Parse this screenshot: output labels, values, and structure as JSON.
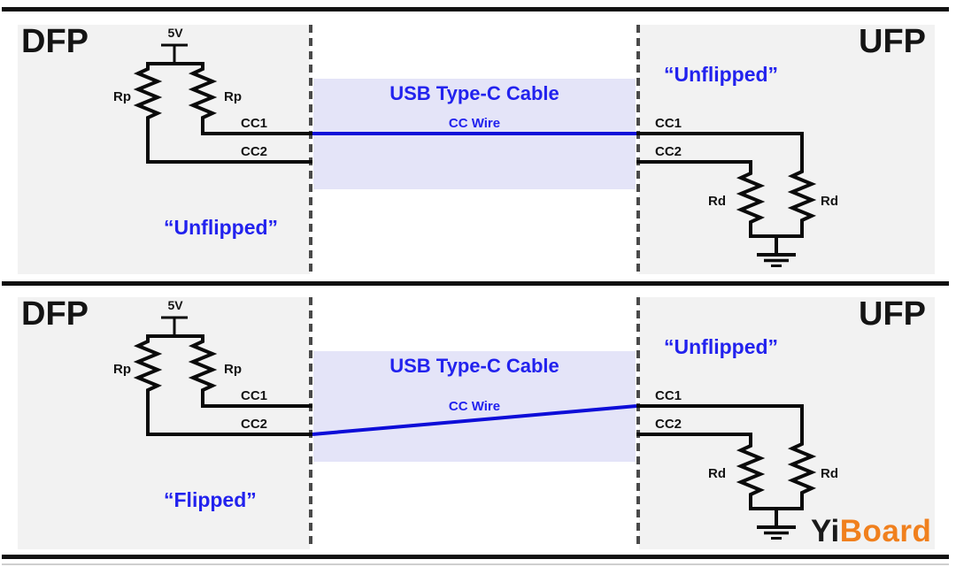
{
  "colors": {
    "label_blue": "#2222ee",
    "wire_blue": "#0d0dd8",
    "cable_lavender": "#e4e4f8",
    "device_gray": "#f2f2f2",
    "logo_orange": "#f0801e"
  },
  "panels": [
    {
      "dfp_label": "DFP",
      "ufp_label": "UFP",
      "supply_label": "5V",
      "rp_left_label": "Rp",
      "rp_right_label": "Rp",
      "dfp_cc1_label": "CC1",
      "dfp_cc2_label": "CC2",
      "cable_title": "USB Type-C Cable",
      "cc_wire_label": "CC Wire",
      "ufp_cc1_label": "CC1",
      "ufp_cc2_label": "CC2",
      "rd_left_label": "Rd",
      "rd_right_label": "Rd",
      "dfp_orientation_label": "“Unflipped”",
      "ufp_orientation_label": "“Unflipped”",
      "cc_routing": "straight CC1-to-CC1"
    },
    {
      "dfp_label": "DFP",
      "ufp_label": "UFP",
      "supply_label": "5V",
      "rp_left_label": "Rp",
      "rp_right_label": "Rp",
      "dfp_cc1_label": "CC1",
      "dfp_cc2_label": "CC2",
      "cable_title": "USB Type-C Cable",
      "cc_wire_label": "CC Wire",
      "ufp_cc1_label": "CC1",
      "ufp_cc2_label": "CC2",
      "rd_left_label": "Rd",
      "rd_right_label": "Rd",
      "dfp_orientation_label": "“Flipped”",
      "ufp_orientation_label": "“Unflipped”",
      "cc_routing": "crossed CC2-to-CC1"
    }
  ],
  "logo": {
    "black_part": "Yi",
    "orange_part": "Board"
  }
}
